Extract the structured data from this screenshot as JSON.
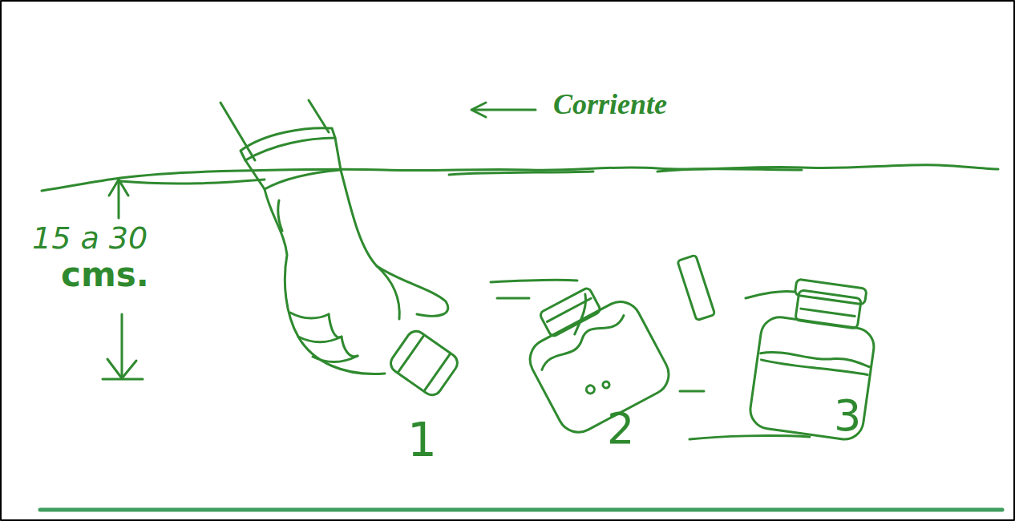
{
  "diagram": {
    "labels": [
      "Corriente",
      "15 a 30",
      "cms.",
      "1",
      "2",
      "3"
    ]
  }
}
